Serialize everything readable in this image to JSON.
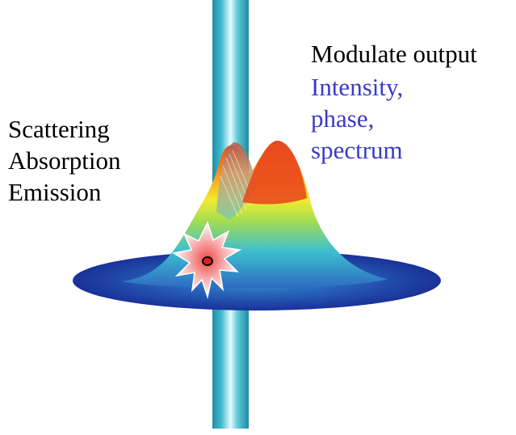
{
  "left_labels": {
    "line1": "Scattering",
    "line2": "Absorption",
    "line3": "Emission"
  },
  "right_labels": {
    "title": "Modulate output",
    "line1": "Intensity,",
    "line2": "phase,",
    "line3": "spectrum"
  },
  "colors": {
    "fiber": "#3fbccd",
    "fiber_highlight": "#e6fbff",
    "disk": "#1f3fa8",
    "accent_text": "#3a3ac4",
    "text": "#000000"
  },
  "icons": {
    "fiber": "optical-fiber-cylinder",
    "field": "evanescent-field-surface",
    "particle": "scatterer-starburst"
  }
}
